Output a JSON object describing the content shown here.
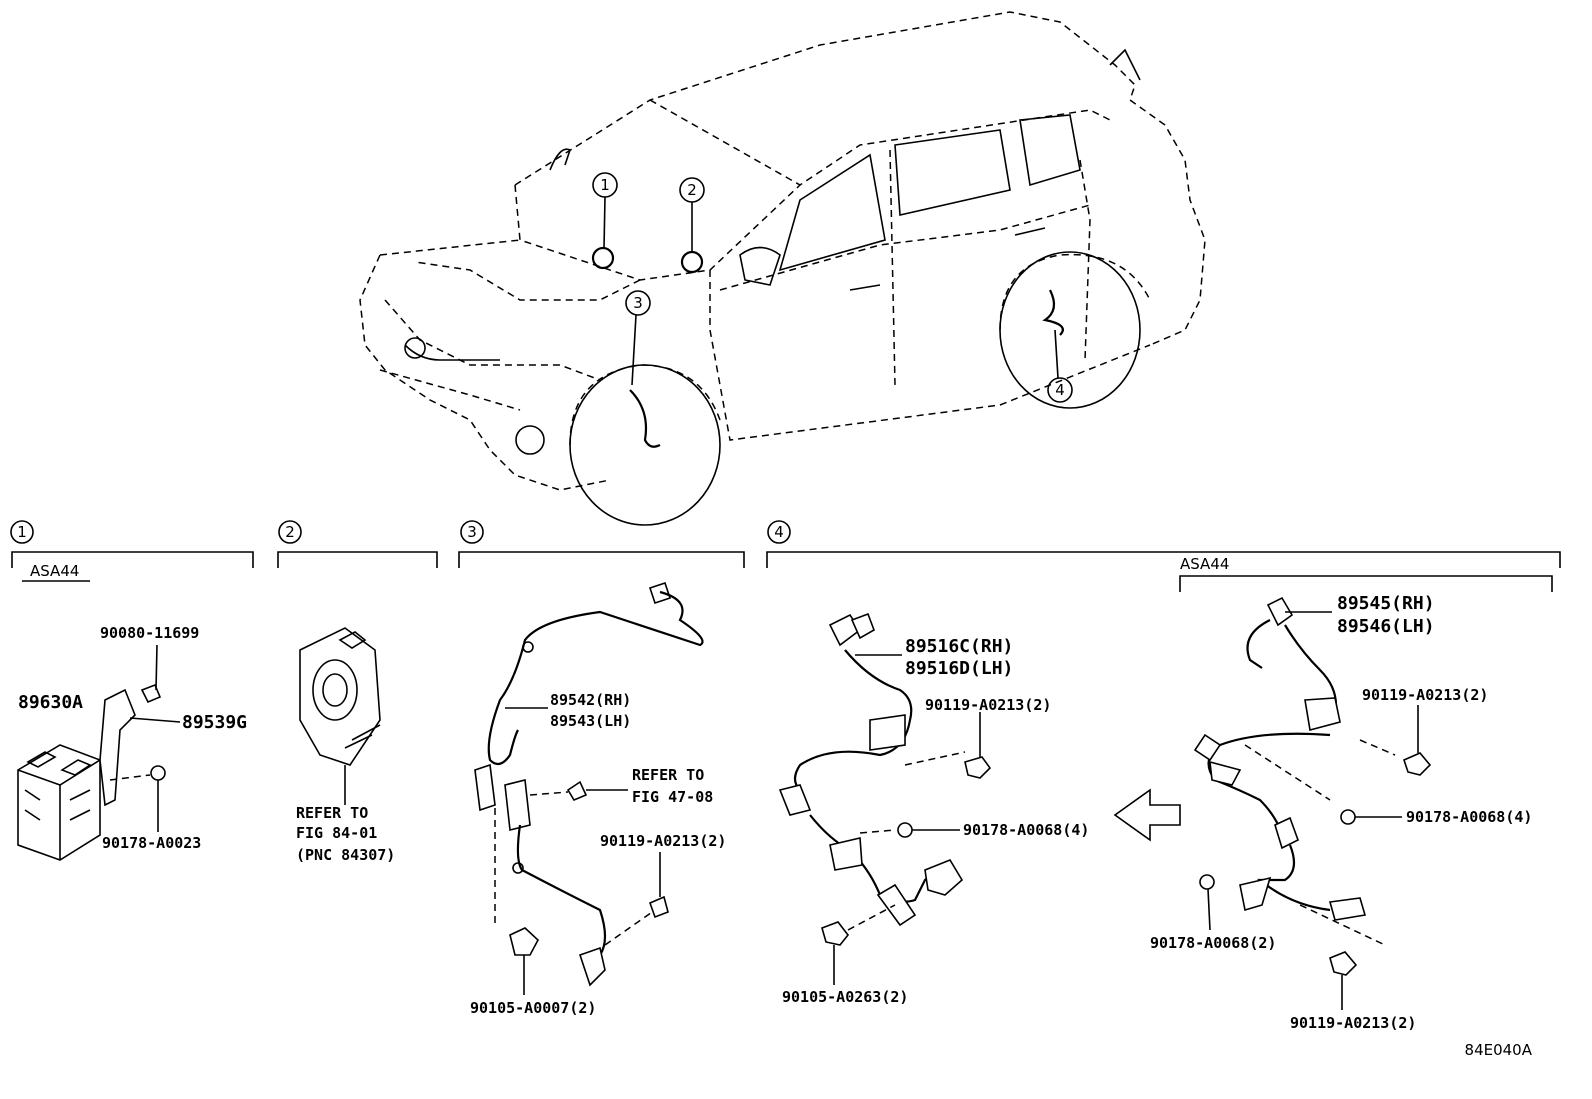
{
  "figure_code": "84E040A",
  "callouts": [
    "1",
    "2",
    "3",
    "4"
  ],
  "sections": [
    {
      "num": "1",
      "variant": "ASA44",
      "parts": [
        "89630A",
        "90080-11699",
        "89539G",
        "90178-A0023"
      ]
    },
    {
      "num": "2",
      "refer": [
        "REFER TO",
        "FIG 84-01",
        "(PNC 84307)"
      ]
    },
    {
      "num": "3",
      "parts": [
        "89542(RH)",
        "89543(LH)",
        "90119-A0213(2)",
        "90105-A0007(2)"
      ],
      "refer": [
        "REFER TO",
        "FIG 47-08"
      ]
    },
    {
      "num": "4",
      "variant": "ASA44",
      "parts_left": [
        "89516C(RH)",
        "89516D(LH)",
        "90119-A0213(2)",
        "90178-A0068(4)",
        "90105-A0263(2)"
      ],
      "parts_right": [
        "89545(RH)",
        "89546(LH)",
        "90119-A0213(2)",
        "90178-A0068(4)",
        "90178-A0068(2)",
        "90119-A0213(2)"
      ]
    }
  ]
}
